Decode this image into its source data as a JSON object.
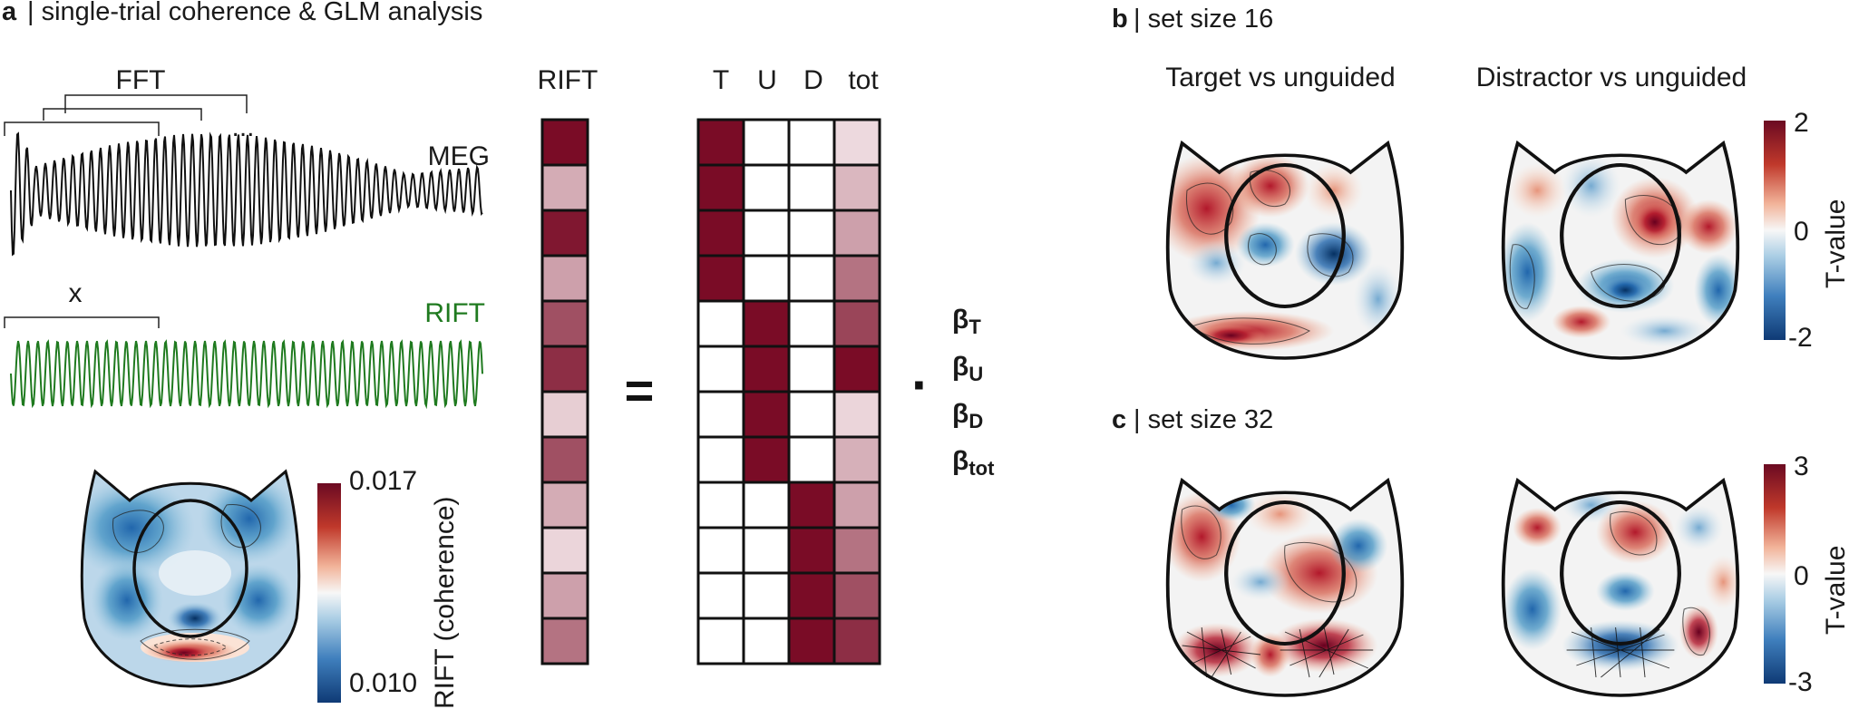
{
  "panel_a": {
    "letter": "a",
    "title": "| single-trial coherence  & GLM analysis",
    "fft_label": "FFT",
    "ellipsis": "...",
    "meg_label": "MEG",
    "x_label": "x",
    "rift_signal_label": "RIFT",
    "topo_colorbar": {
      "max": "0.017",
      "min": "0.010",
      "label": "RIFT (coherence)"
    },
    "glm": {
      "rift_vector_header": "RIFT",
      "design_headers": [
        "T",
        "U",
        "D",
        "tot"
      ],
      "equals": "=",
      "dot": "·",
      "rift_vector": [
        1.0,
        0.3,
        0.95,
        0.35,
        0.7,
        0.85,
        0.15,
        0.7,
        0.3,
        0.12,
        0.35,
        0.55
      ],
      "design_matrix": [
        [
          1,
          0,
          0,
          0.1
        ],
        [
          1,
          0,
          0,
          0.25
        ],
        [
          1,
          0,
          0,
          0.35
        ],
        [
          1,
          0,
          0,
          0.55
        ],
        [
          0,
          1,
          0,
          0.75
        ],
        [
          0,
          1,
          0,
          1.0
        ],
        [
          0,
          1,
          0,
          0.12
        ],
        [
          0,
          1,
          0,
          0.28
        ],
        [
          0,
          0,
          1,
          0.35
        ],
        [
          0,
          0,
          1,
          0.55
        ],
        [
          0,
          0,
          1,
          0.7
        ],
        [
          0,
          0,
          1,
          0.85
        ]
      ],
      "betas": [
        {
          "symbol": "β",
          "sub": "T"
        },
        {
          "symbol": "β",
          "sub": "U"
        },
        {
          "symbol": "β",
          "sub": "D"
        },
        {
          "symbol": "β",
          "sub": "tot"
        }
      ]
    }
  },
  "panel_b": {
    "letter": "b",
    "title": "| set size 16",
    "map_left_title": "Target vs unguided",
    "map_right_title": "Distractor vs unguided",
    "colorbar": {
      "max": "2",
      "mid": "0",
      "min": "-2",
      "label": "T-value"
    }
  },
  "panel_c": {
    "letter": "c",
    "title": "| set size 32",
    "colorbar": {
      "max": "3",
      "mid": "0",
      "min": "-3",
      "label": "T-value"
    }
  },
  "colors": {
    "dark_red": "#7a0c26",
    "red": "#c0392b",
    "white": "#f7f7f7",
    "blue": "#2c6aa8",
    "dark_blue": "#143d7a",
    "rift_green": "#1f7a1f"
  }
}
